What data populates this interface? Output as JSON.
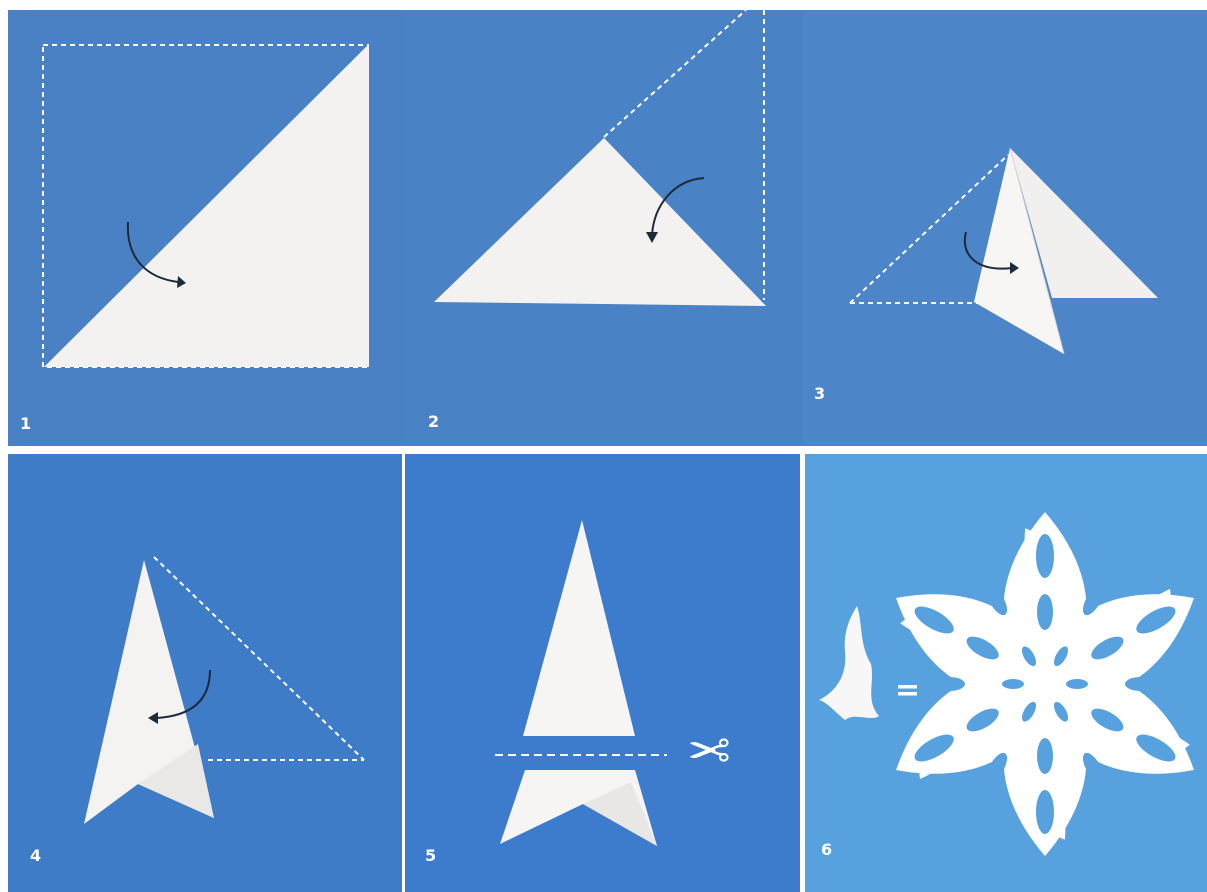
{
  "colors": {
    "paper": "#ffffff",
    "panel_blue": "#4a80c4",
    "panel_light_blue": "#57a1de",
    "guide_line": "#ffffff",
    "arrow": "#1e2a3a"
  },
  "steps": [
    {
      "number": "1",
      "icon": "curved-arrow-icon"
    },
    {
      "number": "2",
      "icon": "curved-arrow-icon"
    },
    {
      "number": "3",
      "icon": "curved-arrow-icon"
    },
    {
      "number": "4",
      "icon": "curved-arrow-icon"
    },
    {
      "number": "5",
      "icon": "scissors-icon",
      "cut_line": "dashed-cut-line"
    },
    {
      "number": "6",
      "icon": "equals-sign",
      "result": "snowflake"
    }
  ],
  "step5_symbol": "✂",
  "step6_symbol": "="
}
